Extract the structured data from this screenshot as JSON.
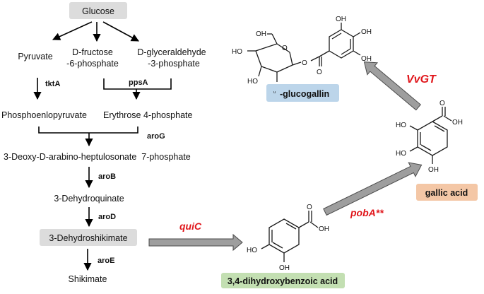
{
  "pathway": {
    "glucose": "Glucose",
    "pyruvate": "Pyruvate",
    "f6p_line1": "D-fructose",
    "f6p_line2": "-6-phosphate",
    "g3p_line1": "D-glyceraldehyde",
    "g3p_line2": "-3-phosphate",
    "pep": "Phosphoenlopyruvate",
    "e4p": "Erythrose 4-phosphate",
    "dahp": "3-Deoxy-D-arabino-heptulosonate  7-phosphate",
    "dhq": "3-Dehydroquinate",
    "dhs": "3-Dehydroshikimate",
    "shikimate": "Shikimate"
  },
  "enzymes": {
    "tktA": "tktA",
    "ppsA": "ppsA",
    "aroG": "aroG",
    "aroB": "aroB",
    "aroD": "aroD",
    "aroE": "aroE"
  },
  "engineered": {
    "quiC": "quiC",
    "pobA": "pobA**",
    "vvGT": "VvGT"
  },
  "products": {
    "pca": "3,4-dihydroxybenzoic acid",
    "gallic": "gallic acid",
    "glucogallin_prefix": "ᵘ",
    "glucogallin": "-glucogallin"
  },
  "atoms": {
    "oh": "OH",
    "ho": "HO",
    "o": "O"
  },
  "colors": {
    "node_gray": "#dcdcdc",
    "pca_green": "#c3dfb2",
    "gallic_orange": "#f4c7a6",
    "glucogallin_blue": "#bcd5ea",
    "enzyme_red": "#e0161b",
    "block_arrow": "#9e9e9e"
  }
}
